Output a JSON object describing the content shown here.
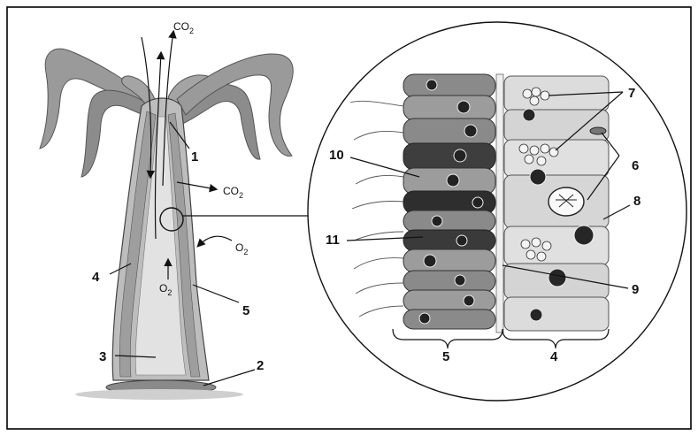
{
  "labels": {
    "n1": "1",
    "n2": "2",
    "n3": "3",
    "n4": "4",
    "n5": "5",
    "n6": "6",
    "n7": "7",
    "n8": "8",
    "n9": "9",
    "n10": "10",
    "n11": "11",
    "group_left": "5",
    "group_right": "4"
  },
  "gases": {
    "co2_top": "CO",
    "co2_top_sub": "2",
    "co2_mid": "CO",
    "co2_mid_sub": "2",
    "o2_right": "O",
    "o2_right_sub": "2",
    "o2_left": "O",
    "o2_left_sub": "2"
  },
  "colors": {
    "border": "#000000",
    "tissue_dark": "#6a6a6a",
    "tissue_mid": "#9a9a9a",
    "tissue_light": "#d8d8d8",
    "nucleus": "#2a2a2a"
  }
}
